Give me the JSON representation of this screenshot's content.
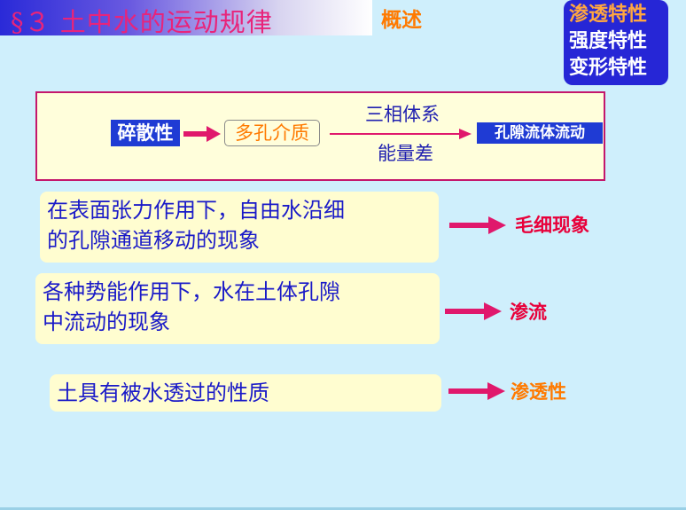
{
  "header": {
    "title": "§３ 土中水的运动规律",
    "overview": "概述"
  },
  "topics": [
    {
      "label": "渗透特性",
      "active": true
    },
    {
      "label": "强度特性",
      "active": false
    },
    {
      "label": "变形特性",
      "active": false
    }
  ],
  "flow": {
    "node1": "碎散性",
    "node2": "多孔介质",
    "label_above": "三相体系",
    "label_below": "能量差",
    "node3": "孔隙流体流动"
  },
  "phenomena": [
    {
      "line1": "在表面张力作用下，自由水沿细",
      "line2": "的孔隙通道移动的现象",
      "result": "毛细现象"
    },
    {
      "line1": "各种势能作用下，水在土体孔隙",
      "line2": "中流动的现象",
      "result": "渗流"
    },
    {
      "line1": "土具有被水透过的性质",
      "result": "渗透性"
    }
  ],
  "colors": {
    "background": "#cfeffc",
    "arrow_magenta": "#e0186c",
    "topic_box": "#2626d6",
    "statement_bg": "#fffdd0"
  }
}
